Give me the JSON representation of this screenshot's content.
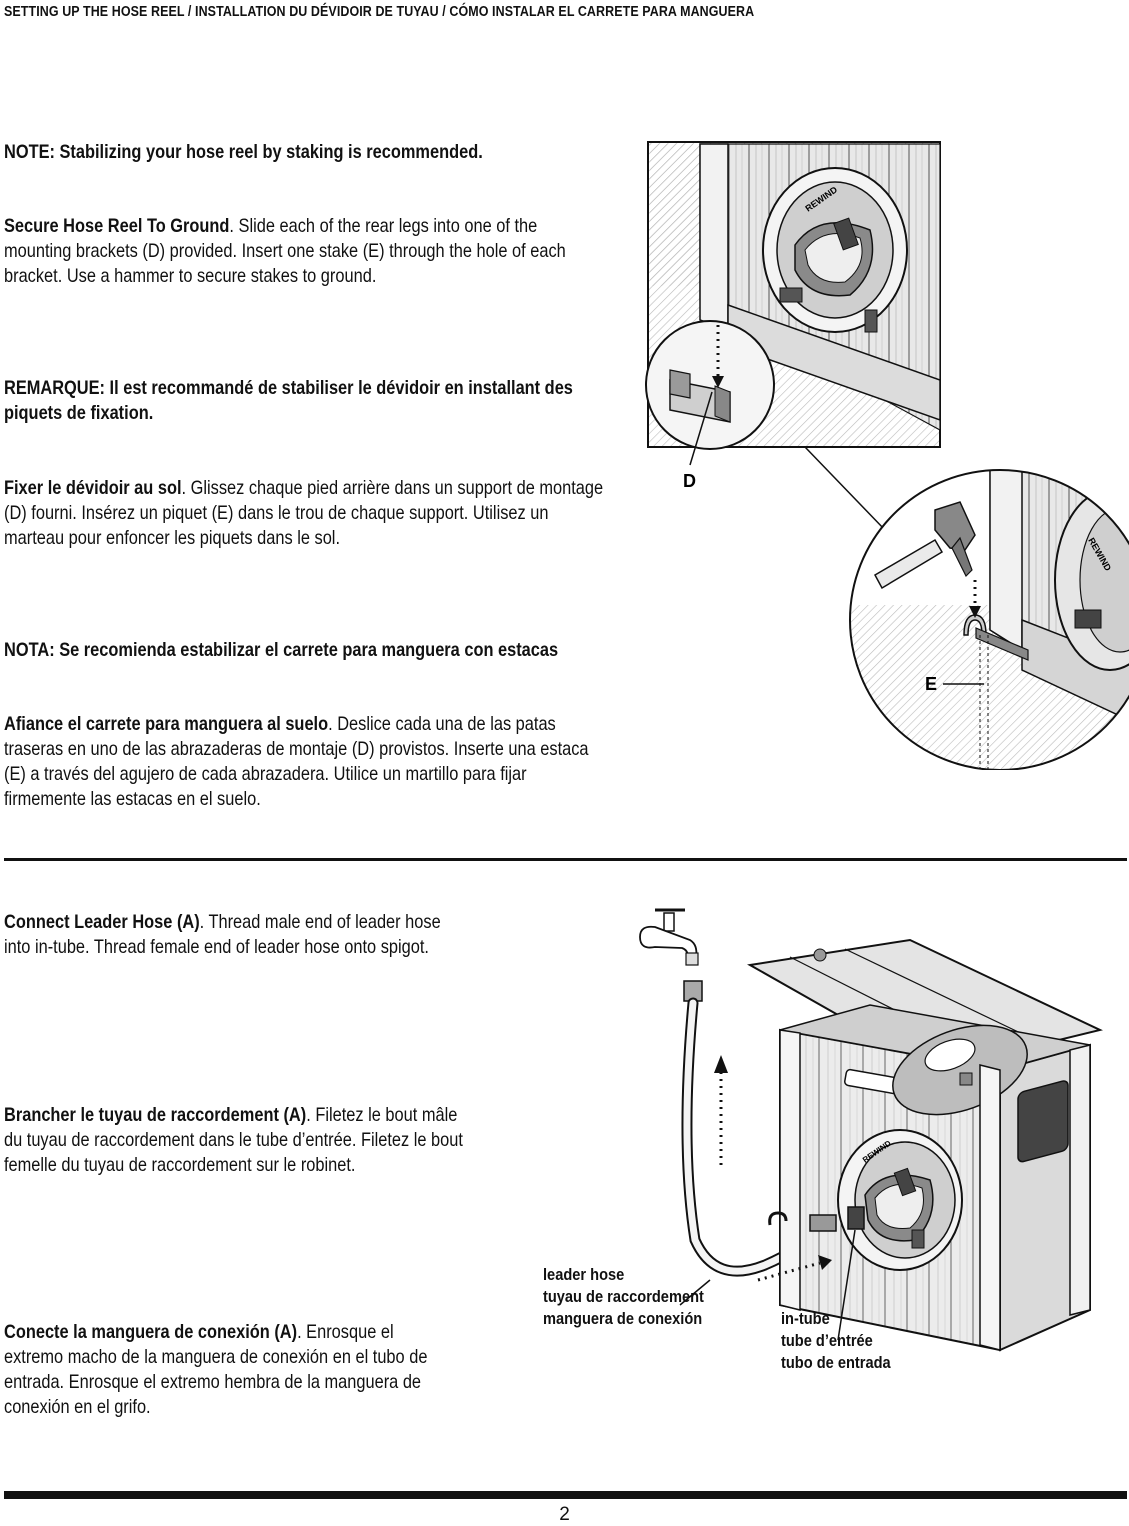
{
  "header": "SETTING UP THE HOSE REEL / INSTALLATION DU DÉVIDOIR DE TUYAU / CÓMO INSTALAR EL CARRETE PARA MANGUERA",
  "section1": {
    "note_en": "NOTE: Stabilizing your hose reel by staking is recommended.",
    "secure_en_title": "Secure Hose Reel To Ground",
    "secure_en_text": ". Slide each of the rear legs into one of the mounting brackets (D) provided. Insert one stake (E) through the hole of each bracket. Use a hammer to secure stakes to ground.",
    "note_fr": "REMARQUE: Il est recommandé de stabiliser le dévidoir en installant des piquets de fixation.",
    "secure_fr_title": "Fixer le dévidoir au sol",
    "secure_fr_text": ". Glissez chaque pied arrière dans un support de montage (D) fourni. Insérez un piquet (E) dans le trou de chaque support. Utilisez un marteau pour enfoncer les piquets dans le sol.",
    "note_es": "NOTA: Se recomienda estabilizar el carrete para manguera con estacas",
    "secure_es_title": "Afiance el carrete para manguera al suelo",
    "secure_es_text": ". Deslice cada una de las patas traseras en uno de las abrazaderas de montaje (D) provistos. Inserte una estaca (E) a través del agujero de cada abrazadera. Utilice un martillo para fijar firmemente las estacas en el suelo.",
    "label_d": "D",
    "label_e": "E",
    "rewind_text": "REWIND"
  },
  "section2": {
    "connect_en_title": "Connect Leader Hose (A)",
    "connect_en_text": ". Thread male end of leader hose into in-tube. Thread female end of leader hose onto spigot.",
    "connect_fr_title": "Brancher le tuyau de raccordement (A)",
    "connect_fr_text": ". Filetez le bout mâle du tuyau de raccordement dans le tube d’entrée. Filetez le bout femelle du tuyau de raccordement sur le robinet.",
    "connect_es_title": "Conecte la manguera de conexión (A)",
    "connect_es_text": ". Enrosque el extremo macho de la manguera de conexión en el tubo de entrada. Enrosque el extremo hembra de la manguera de conexión en el grifo.",
    "leader_label_1": "leader hose",
    "leader_label_2": "tuyau de raccordement",
    "leader_label_3": "manguera de conexión",
    "intube_label_1": "in-tube",
    "intube_label_2": "tube d’entrée",
    "intube_label_3": "tubo de entrada"
  },
  "page_number": "2",
  "colors": {
    "ink": "#111111",
    "paper": "#ffffff",
    "shade": "#d9d9d9",
    "wood": "#e6e6e6"
  }
}
